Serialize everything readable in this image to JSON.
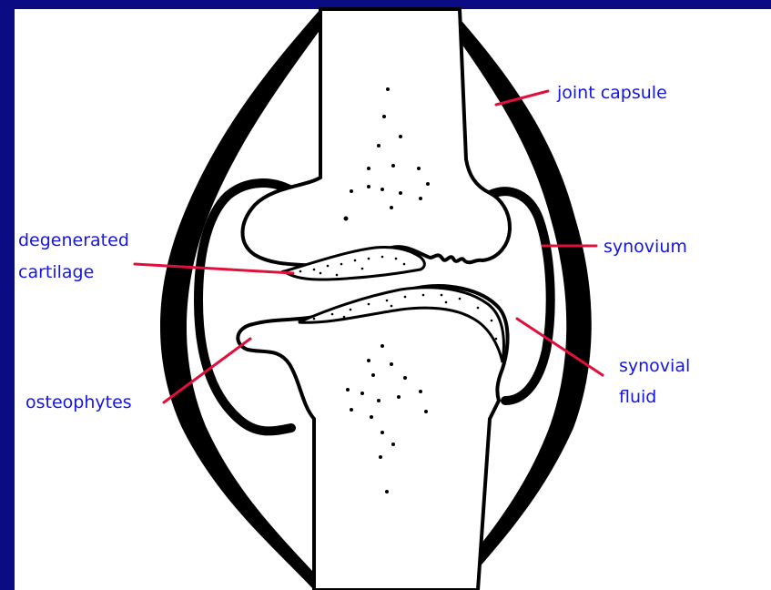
{
  "diagram": {
    "labels": {
      "joint_capsule": "joint capsule",
      "synovium": "synovium",
      "synovial_fluid_line1": "synovial",
      "synovial_fluid_line2": "fluid",
      "degenerated_cartilage_line1": "degenerated",
      "degenerated_cartilage_line2": "cartilage",
      "osteophytes": "osteophytes"
    },
    "colors": {
      "frame": "#0b0b84",
      "background": "#ffffff",
      "label_text": "#1515e6",
      "leader_line": "#e0103c",
      "outline": "#000000"
    }
  }
}
